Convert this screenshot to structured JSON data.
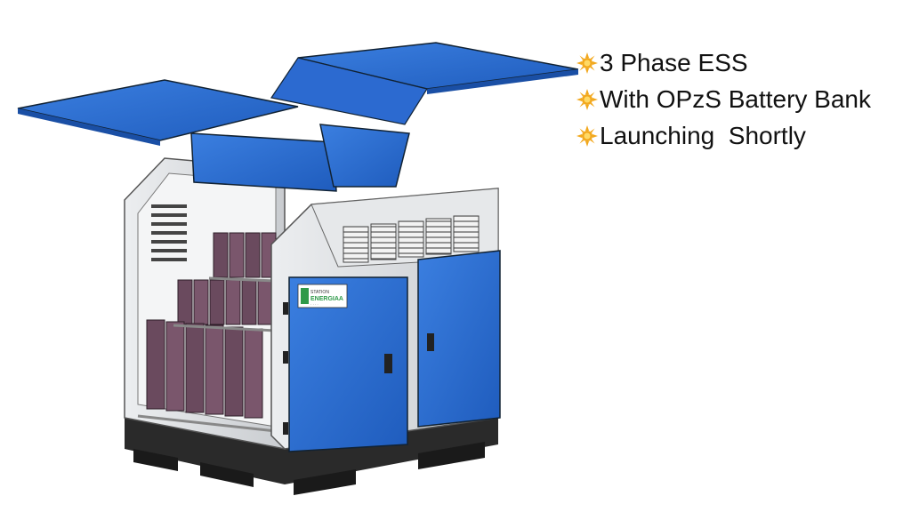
{
  "bullets": [
    {
      "icon": "sun-bullet-icon",
      "text": "3 Phase ESS"
    },
    {
      "icon": "sun-bullet-icon",
      "text": "With OPzS Battery Bank"
    },
    {
      "icon": "sun-bullet-icon",
      "text": "Launching  Shortly"
    }
  ],
  "illustration": {
    "door_label_line1": "STATION",
    "door_label_line2": "ENERGIAA",
    "door_label_line3": "· · · ·"
  },
  "colors": {
    "cabinet_blue": "#2f6fd0",
    "cabinet_frame": "#d8dadd",
    "pallet": "#2a2a2a",
    "battery": "#6a4a5e",
    "sun_bullet": "#f2a81d"
  }
}
